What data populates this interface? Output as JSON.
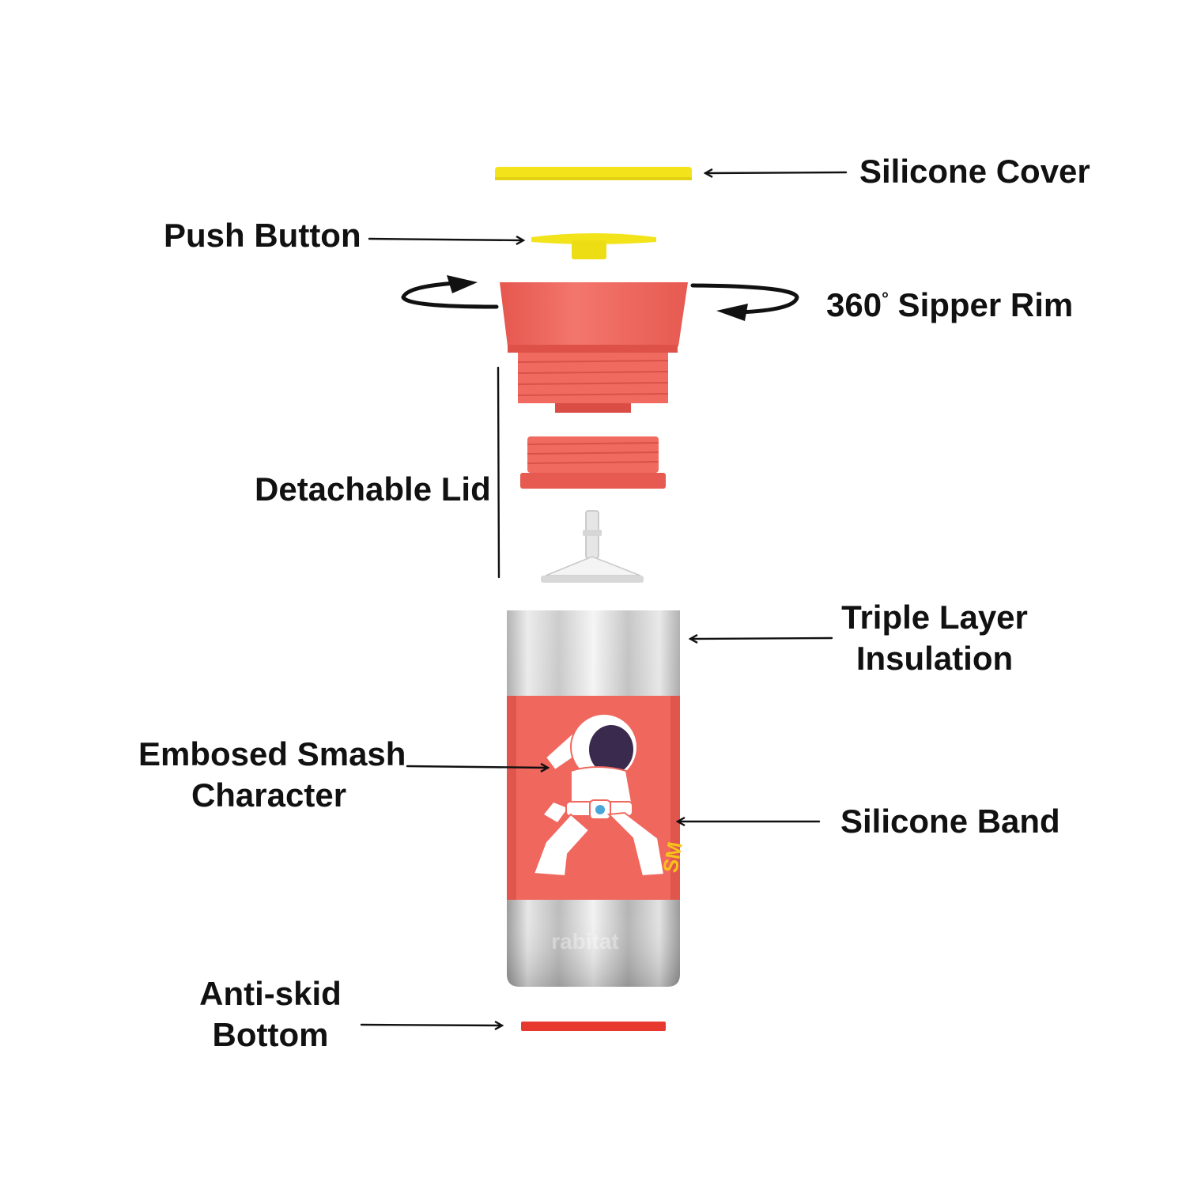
{
  "labels": {
    "silicone_cover": "Silicone Cover",
    "push_button": "Push Button",
    "sipper_rim_number": "360",
    "sipper_rim_degree": "°",
    "sipper_rim_text": " Sipper Rim",
    "detachable_lid": "Detachable Lid",
    "triple_layer_line1": "Triple Layer",
    "triple_layer_line2": "Insulation",
    "embossed_line1": "Embosed Smash",
    "embossed_line2": "Character",
    "silicone_band": "Silicone Band",
    "anti_skid_line1": "Anti-skid",
    "anti_skid_line2": "Bottom"
  },
  "colors": {
    "yellow": "#f2e31b",
    "coral": "#f0675e",
    "coral_dark": "#e0564d",
    "steel": "#c9c9c9",
    "red_base": "#e8392f",
    "text": "#111111"
  }
}
